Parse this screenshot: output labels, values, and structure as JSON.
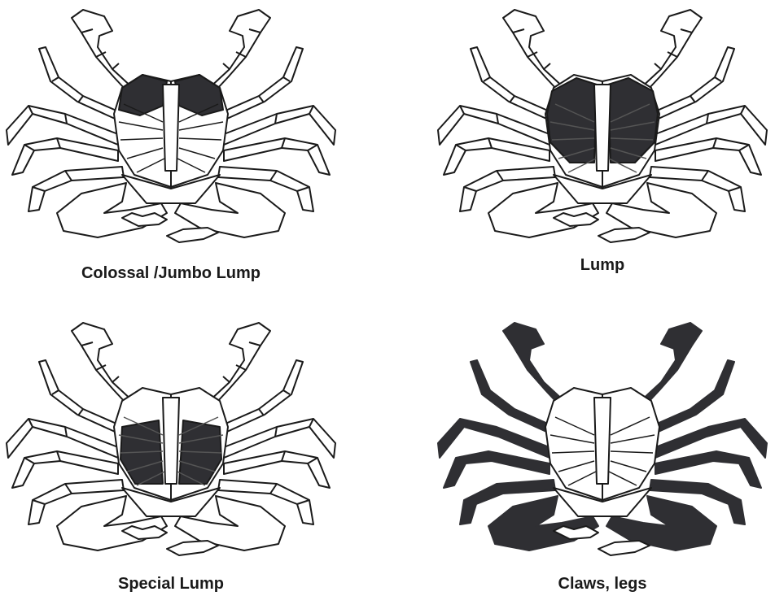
{
  "colors": {
    "outline": "#1a1a1a",
    "highlight": "#2f2f33",
    "background": "#ffffff",
    "claw_inner": "#ffffff"
  },
  "panels": [
    {
      "caption": "Colossal /Jumbo Lump",
      "highlight": "jumbo"
    },
    {
      "caption": "Lump",
      "highlight": "lump"
    },
    {
      "caption": "Special Lump",
      "highlight": "special"
    },
    {
      "caption": "Claws, legs",
      "highlight": "claws"
    }
  ]
}
